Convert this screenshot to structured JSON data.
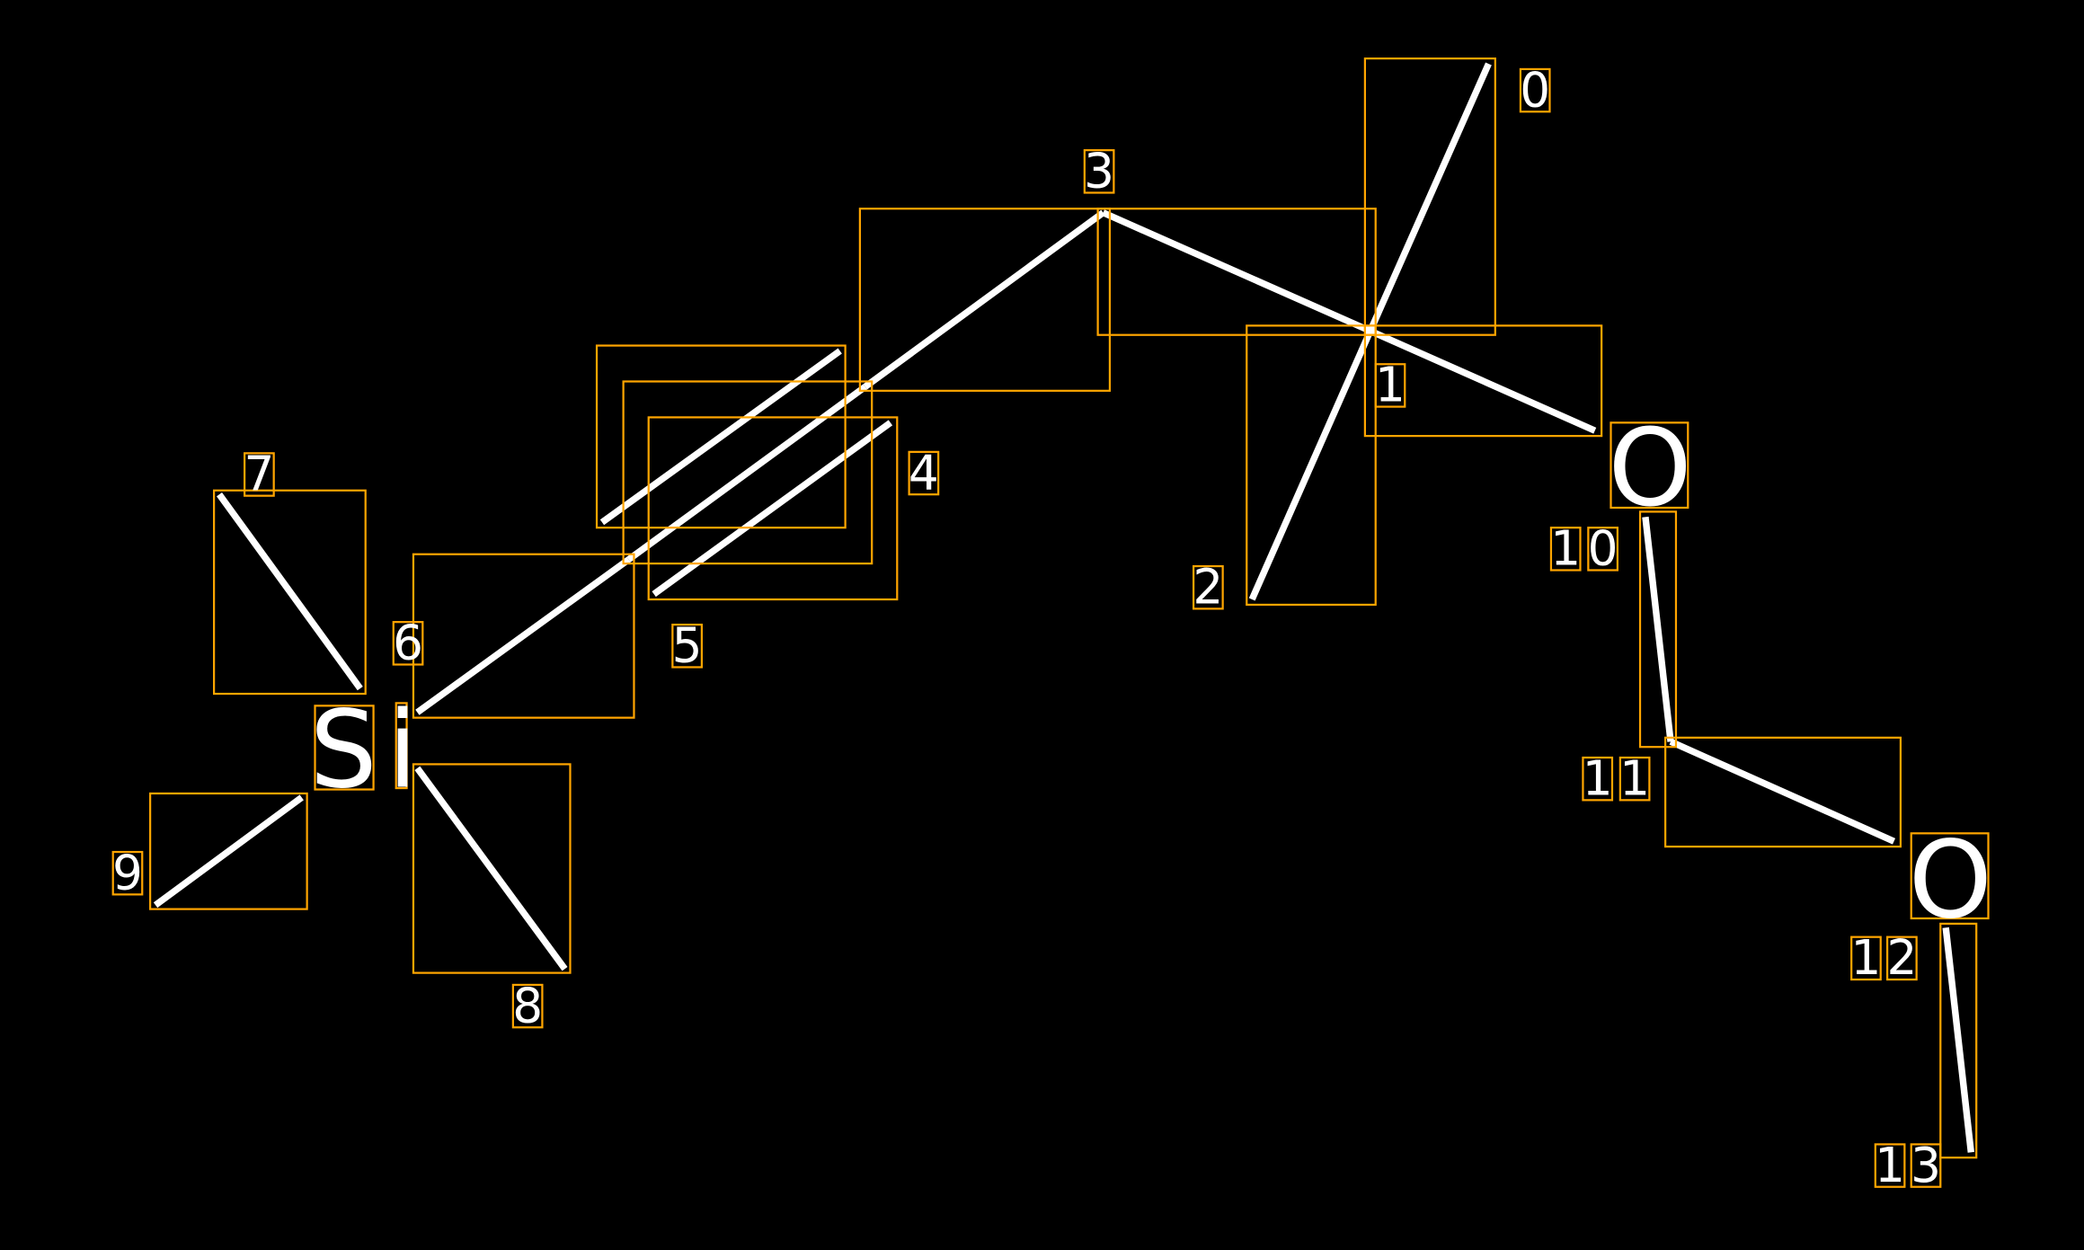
{
  "colors": {
    "background": "#000000",
    "bond": "#ffffff",
    "box": "#FFA500",
    "text": "#ffffff"
  },
  "atoms": [
    {
      "id": "si",
      "symbol": "Si"
    },
    {
      "id": "o1",
      "symbol": "O"
    },
    {
      "id": "o2",
      "symbol": "O"
    }
  ],
  "bond_labels": [
    "0",
    "1",
    "2",
    "3",
    "4",
    "5",
    "6",
    "7",
    "8",
    "9",
    "10",
    "11",
    "12",
    "13"
  ]
}
